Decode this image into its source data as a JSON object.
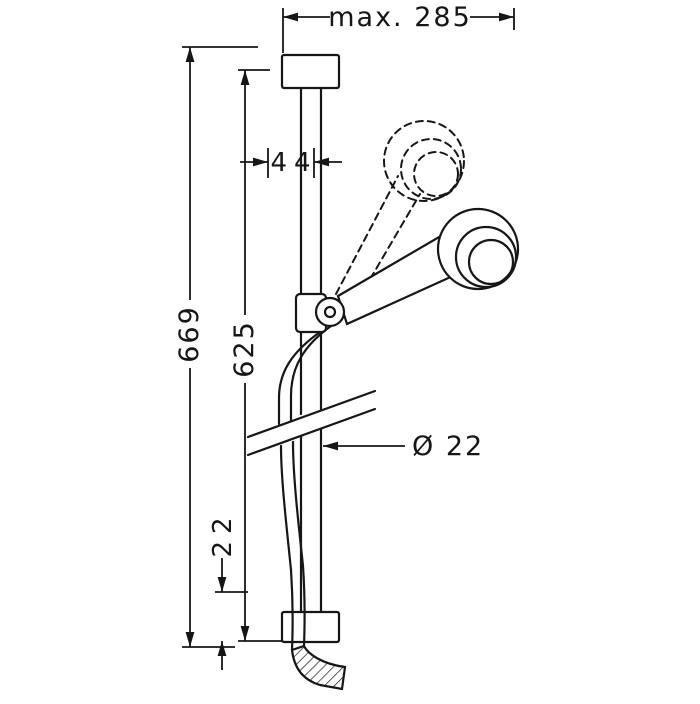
{
  "drawing": {
    "title": "shower-rail-set-technical-drawing",
    "dim_max_width": "max. 285",
    "dim_offset_44": "44",
    "dim_total_669": "669",
    "dim_inner_625": "625",
    "dim_diameter": "Ø 22",
    "dim_bottom_22": "22"
  }
}
